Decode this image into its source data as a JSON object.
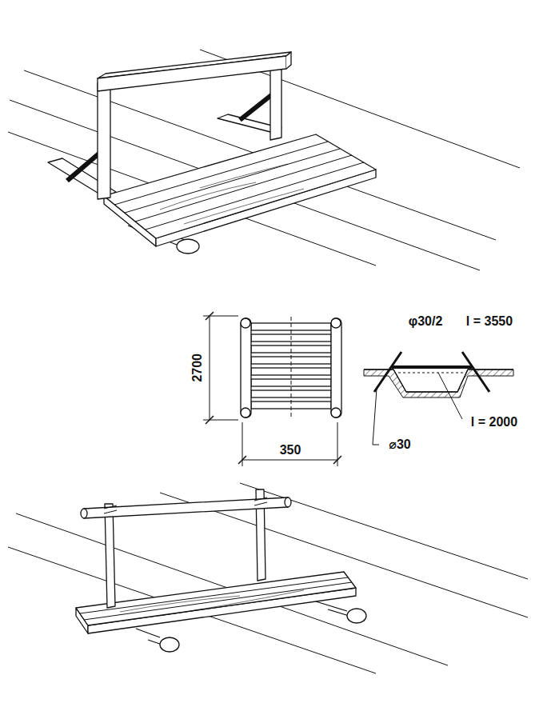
{
  "diagram": {
    "labels": [
      "2700",
      "350",
      "φ30/2",
      "l = 3550",
      "l = 2000",
      "⌀30"
    ]
  }
}
